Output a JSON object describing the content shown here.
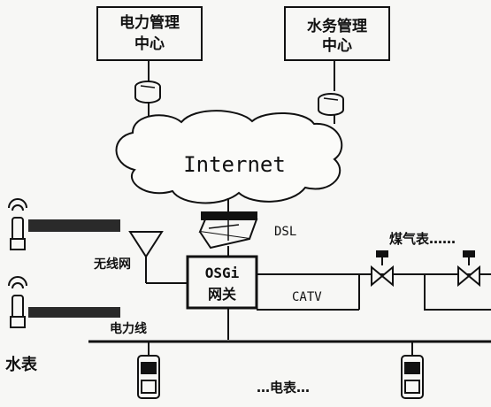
{
  "nodes": {
    "power_center": {
      "line1": "电力管理",
      "line2": "中心"
    },
    "water_center": {
      "line1": "水务管理",
      "line2": "中心"
    },
    "internet": "Internet",
    "dsl": "DSL",
    "osgi_gateway": {
      "line1": "OSGi",
      "line2": "网关"
    },
    "catv": "CATV",
    "wireless_net": "无线网",
    "gas_meters": "煤气表……",
    "power_line": "电力线",
    "water_meter": "水表",
    "electric_meters": "…电表…"
  },
  "colors": {
    "ink": "#111111",
    "paper": "#f7f7f5"
  }
}
